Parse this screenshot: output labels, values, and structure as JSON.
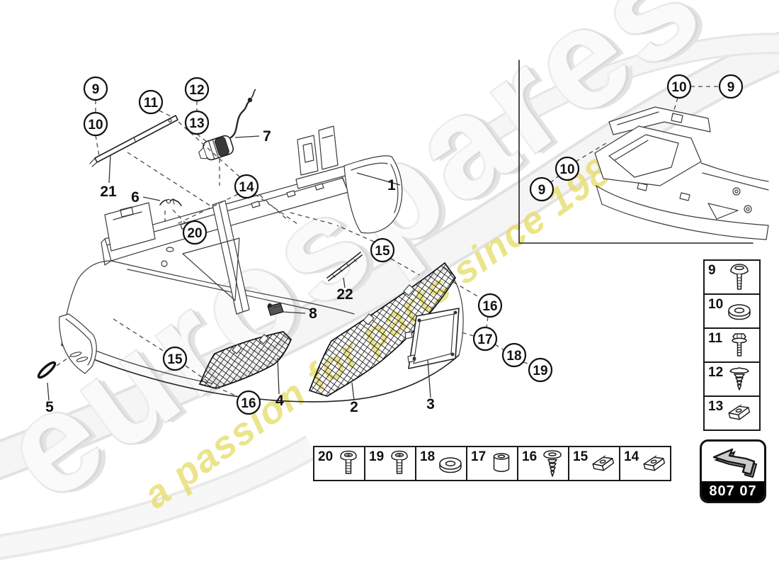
{
  "watermark": {
    "brand": "eurospares",
    "tagline": "a passion for parts since 1985",
    "brand_color": "#e6e6e6",
    "tagline_color": "#e7de6d"
  },
  "main_diagram": {
    "description": "bumper-complete-exploded-view",
    "callouts": {
      "c9": "9",
      "c10": "10",
      "c11": "11",
      "c12": "12",
      "c13": "13",
      "c14": "14",
      "c20": "20",
      "c15a": "15",
      "c16a": "16",
      "c17": "17",
      "c18": "18",
      "c19": "19",
      "c15b": "15",
      "c16b": "16"
    },
    "part_labels": {
      "p1": "1",
      "p2": "2",
      "p3": "3",
      "p4": "4",
      "p5": "5",
      "p6": "6",
      "p7": "7",
      "p8": "8",
      "p21": "21",
      "p22": "22"
    }
  },
  "detail_diagram": {
    "description": "bumper-corner-detail-view",
    "callouts": {
      "c10_top": "10",
      "c9_top": "9",
      "c10_side": "10",
      "c9_side": "9"
    }
  },
  "side_legend": {
    "rows": [
      {
        "num": "9",
        "icon": "button-head-screw"
      },
      {
        "num": "10",
        "icon": "washer"
      },
      {
        "num": "11",
        "icon": "hex-flange-bolt"
      },
      {
        "num": "12",
        "icon": "push-rivet"
      },
      {
        "num": "13",
        "icon": "clip-nut"
      }
    ]
  },
  "bottom_legend": {
    "cells": [
      {
        "num": "20",
        "icon": "pan-head-screw"
      },
      {
        "num": "19",
        "icon": "pan-head-screw"
      },
      {
        "num": "18",
        "icon": "washer"
      },
      {
        "num": "17",
        "icon": "rivet-nut"
      },
      {
        "num": "16",
        "icon": "tapping-screw"
      },
      {
        "num": "15",
        "icon": "clip-nut"
      },
      {
        "num": "14",
        "icon": "clip-nut"
      }
    ]
  },
  "footer": {
    "page_code": "807 07"
  },
  "colors": {
    "line": "#3c3c3c",
    "accent_yellow": "#e7de6d",
    "watermark_gray": "#e3e3e3"
  }
}
